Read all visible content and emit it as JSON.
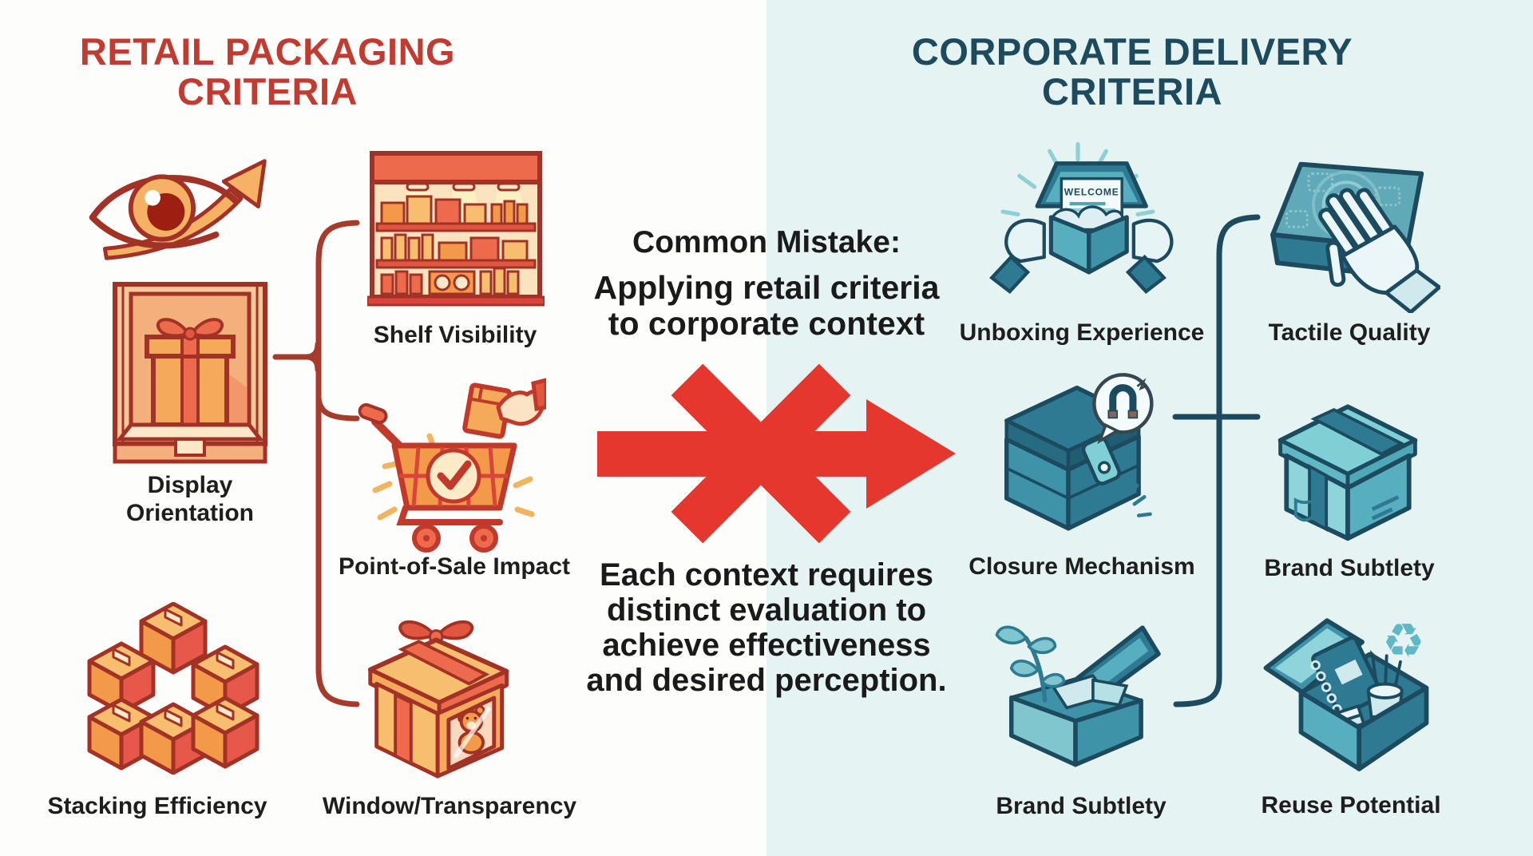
{
  "colors": {
    "left_bg": "#FDFDFB",
    "right_bg": "#E5F3F3",
    "left_accent": "#C13B30",
    "right_accent": "#1D4A5C",
    "alert_red": "#E5372D",
    "connector_red": "#A63A2B",
    "connector_teal": "#1D4A5E",
    "label_color": "#1E1E1E"
  },
  "left": {
    "title_line1": "RETAIL PACKAGING",
    "title_line2": "CRITERIA",
    "items": [
      {
        "label": "Shelf Visibility"
      },
      {
        "label": "Display Orientation"
      },
      {
        "label": "Point-of-Sale Impact"
      },
      {
        "label": "Stacking Efficiency"
      },
      {
        "label": "Window/Transparency"
      }
    ]
  },
  "right": {
    "title_line1": "CORPORATE DELIVERY",
    "title_line2": "CRITERIA",
    "welcome_text": "WELCOME",
    "recycle_glyph": "♻",
    "items": [
      {
        "label": "Unboxing Experience"
      },
      {
        "label": "Tactile Quality"
      },
      {
        "label": "Closure Mechanism"
      },
      {
        "label": "Brand Subtlety"
      },
      {
        "label": "Brand Subtlety"
      },
      {
        "label": "Reuse Potential"
      }
    ]
  },
  "center": {
    "mistake_heading": "Common Mistake:",
    "mistake_line1": "Applying retail criteria",
    "mistake_line2": "to corporate context",
    "conclusion_line1": "Each context requires",
    "conclusion_line2": "distinct evaluation to",
    "conclusion_line3": "achieve effectiveness",
    "conclusion_line4": "and desired perception."
  }
}
